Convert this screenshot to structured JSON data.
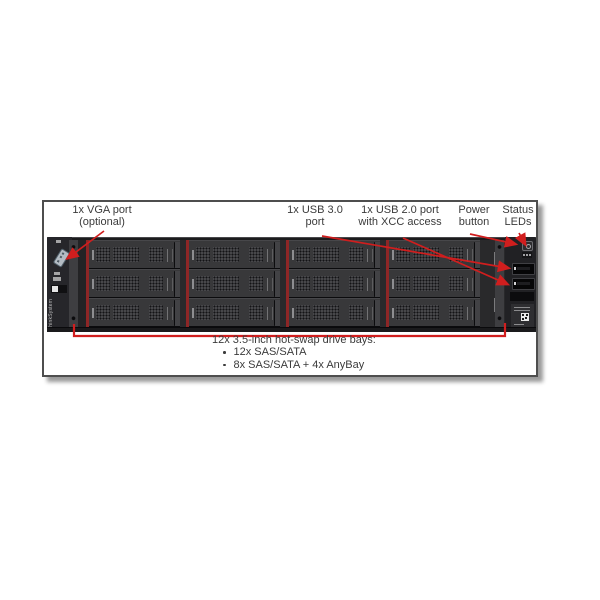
{
  "figure": {
    "type": "server-front-panel-diagram",
    "callouts": {
      "vga": "1x VGA port\n(optional)",
      "usb3": "1x USB 3.0\nport",
      "usb2": "1x USB 2.0 port\nwith XCC access",
      "power": "Power\nbutton",
      "status": "Status\nLEDs"
    },
    "caption": {
      "title": "12x 3.5-inch hot-swap drive bays:",
      "bullets": [
        "12x SAS/SATA",
        "8x SAS/SATA + 4x AnyBay"
      ]
    },
    "server": {
      "branding": "ThinkSystem",
      "drive_bays": {
        "count": 12,
        "columns": 4,
        "rows": 3,
        "form_factor": "3.5-inch"
      }
    },
    "colors": {
      "annotation_red": "#d01e1e",
      "frame_border": "#4e4e4e",
      "chassis_dark": "#232325",
      "tray_face": "#38383a",
      "text": "#3b3b3b"
    }
  }
}
